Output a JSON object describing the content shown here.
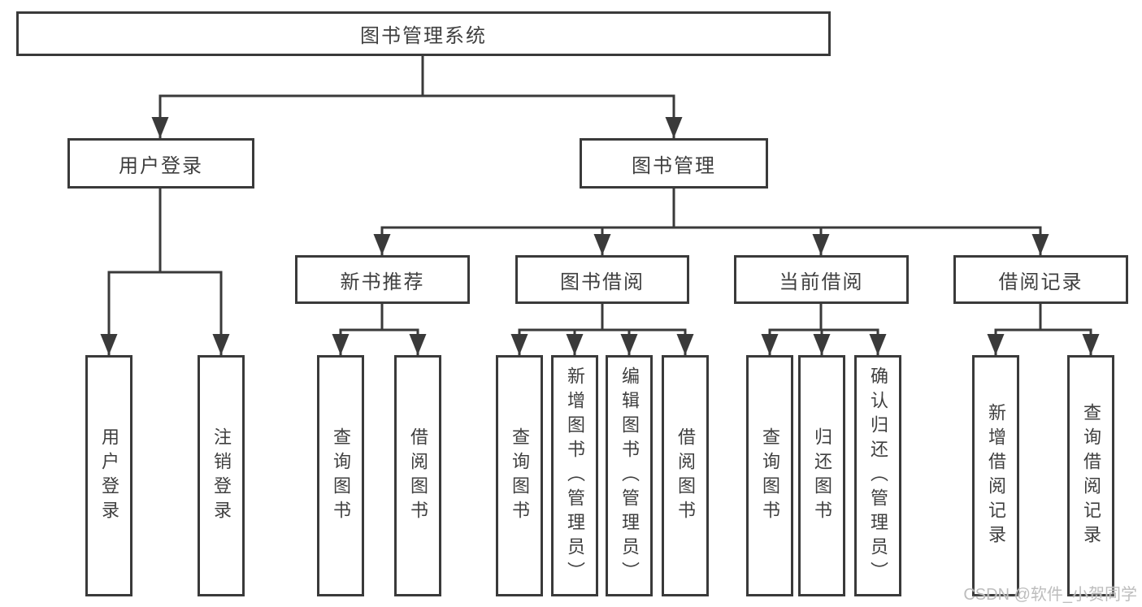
{
  "colors": {
    "line": "#3a3a3a",
    "text": "#3f3f3f",
    "background": "#ffffff",
    "watermark": "#bdbdbd"
  },
  "watermark": "CSDN @软件_小贺同学",
  "tree": {
    "root": {
      "label": "图书管理系统"
    },
    "level2": [
      {
        "label": "用户登录",
        "children": [
          {
            "label": "用户登录"
          },
          {
            "label": "注销登录"
          }
        ]
      },
      {
        "label": "图书管理",
        "children": [
          {
            "label": "新书推荐",
            "children": [
              {
                "label": "查询图书"
              },
              {
                "label": "借阅图书"
              }
            ]
          },
          {
            "label": "图书借阅",
            "children": [
              {
                "label": "查询图书"
              },
              {
                "label": "新增图书（管理员）"
              },
              {
                "label": "编辑图书（管理员）"
              },
              {
                "label": "借阅图书"
              }
            ]
          },
          {
            "label": "当前借阅",
            "children": [
              {
                "label": "查询图书"
              },
              {
                "label": "归还图书"
              },
              {
                "label": "确认归还（管理员）"
              }
            ]
          },
          {
            "label": "借阅记录",
            "children": [
              {
                "label": "新增借阅记录"
              },
              {
                "label": "查询借阅记录"
              }
            ]
          }
        ]
      }
    ]
  }
}
